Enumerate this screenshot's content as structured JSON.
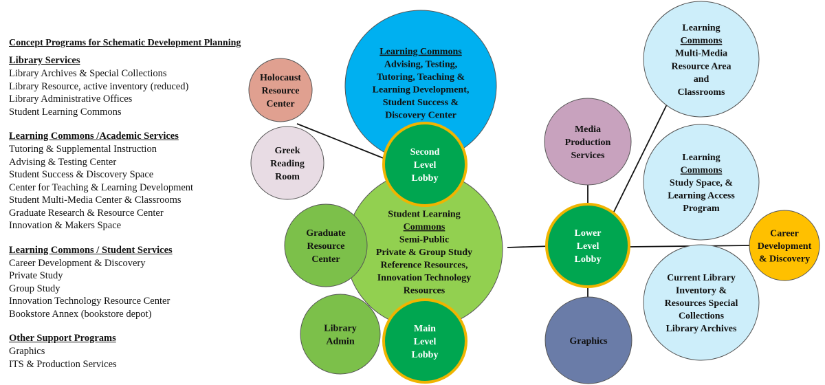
{
  "panel": {
    "title": "Concept Programs for Schematic Development Planning",
    "sections": [
      {
        "title": "Library Services",
        "items": [
          "Library Archives & Special Collections",
          "Library Resource, active inventory (reduced)",
          "Library Administrative Offices",
          "Student Learning Commons"
        ]
      },
      {
        "title": "Learning Commons /Academic Services",
        "items": [
          "Tutoring & Supplemental Instruction",
          "Advising & Testing Center",
          "Student Success & Discovery Space",
          "Center for Teaching & Learning Development",
          "Student Multi-Media Center & Classrooms",
          "Graduate Research & Resource Center",
          "Innovation & Makers Space"
        ]
      },
      {
        "title": "Learning Commons / Student Services",
        "items": [
          "Career Development & Discovery",
          "Private Study",
          "Group Study",
          "Innovation Technology Resource Center",
          "Bookstore Annex (bookstore depot)"
        ]
      },
      {
        "title": "Other Support Programs",
        "items": [
          "Graphics",
          "ITS & Production Services"
        ]
      }
    ]
  },
  "diagram": {
    "nodes": [
      {
        "id": "learning-commons-advising",
        "fill": "#00b0f0",
        "text_color": "#111111",
        "lines": [
          {
            "text": "Learning Commons",
            "underline": true
          },
          {
            "text": "Advising, Testing,"
          },
          {
            "text": "Tutoring, Teaching &"
          },
          {
            "text": "Learning Development,"
          },
          {
            "text": "Student Success &"
          },
          {
            "text": "Discovery Center"
          }
        ]
      },
      {
        "id": "holocaust-resource-center",
        "fill": "#e0a090",
        "text_color": "#111111",
        "lines": [
          {
            "text": "Holocaust"
          },
          {
            "text": "Resource"
          },
          {
            "text": "Center"
          }
        ]
      },
      {
        "id": "greek-reading-room",
        "fill": "#e8dce4",
        "text_color": "#111111",
        "lines": [
          {
            "text": "Greek"
          },
          {
            "text": "Reading"
          },
          {
            "text": "Room"
          }
        ]
      },
      {
        "id": "student-learning-commons",
        "fill": "#92d050",
        "text_color": "#111111",
        "lines": [
          {
            "text": "Student Learning"
          },
          {
            "text": "Commons",
            "underline": true
          },
          {
            "text": "Semi-Public"
          },
          {
            "text": "Private & Group Study"
          },
          {
            "text": "Reference Resources,"
          },
          {
            "text": "Innovation Technology"
          },
          {
            "text": "Resources"
          }
        ]
      },
      {
        "id": "graduate-resource-center",
        "fill": "#7cc04a",
        "text_color": "#111111",
        "lines": [
          {
            "text": "Graduate"
          },
          {
            "text": "Resource"
          },
          {
            "text": "Center"
          }
        ]
      },
      {
        "id": "library-admin",
        "fill": "#7cc04a",
        "text_color": "#111111",
        "lines": [
          {
            "text": "Library"
          },
          {
            "text": "Admin"
          }
        ]
      },
      {
        "id": "second-level-lobby",
        "fill": "#00a650",
        "text_color": "#ffffff",
        "stroke": "#f0b400",
        "lines": [
          {
            "text": "Second"
          },
          {
            "text": "Level"
          },
          {
            "text": "Lobby"
          }
        ]
      },
      {
        "id": "main-level-lobby",
        "fill": "#00a650",
        "text_color": "#ffffff",
        "stroke": "#f0b400",
        "lines": [
          {
            "text": "Main"
          },
          {
            "text": "Level"
          },
          {
            "text": "Lobby"
          }
        ]
      },
      {
        "id": "media-production-services",
        "fill": "#c8a2be",
        "text_color": "#111111",
        "lines": [
          {
            "text": "Media"
          },
          {
            "text": "Production"
          },
          {
            "text": "Services"
          }
        ]
      },
      {
        "id": "lower-level-lobby",
        "fill": "#00a650",
        "text_color": "#ffffff",
        "stroke": "#f0b400",
        "lines": [
          {
            "text": "Lower"
          },
          {
            "text": "Level"
          },
          {
            "text": "Lobby"
          }
        ]
      },
      {
        "id": "graphics",
        "fill": "#6a7ca8",
        "text_color": "#111111",
        "lines": [
          {
            "text": "Graphics"
          }
        ]
      },
      {
        "id": "learning-commons-multimedia",
        "fill": "#cdeefa",
        "text_color": "#111111",
        "lines": [
          {
            "text": "Learning"
          },
          {
            "text": "Commons",
            "underline": true
          },
          {
            "text": "Multi-Media"
          },
          {
            "text": "Resource Area"
          },
          {
            "text": "and"
          },
          {
            "text": "Classrooms"
          }
        ]
      },
      {
        "id": "learning-commons-study",
        "fill": "#cdeefa",
        "text_color": "#111111",
        "lines": [
          {
            "text": "Learning"
          },
          {
            "text": "Commons",
            "underline": true
          },
          {
            "text": "Study Space, &"
          },
          {
            "text": "Learning Access"
          },
          {
            "text": "Program"
          }
        ]
      },
      {
        "id": "current-library-inventory",
        "fill": "#cdeefa",
        "text_color": "#111111",
        "lines": [
          {
            "text": "Current Library"
          },
          {
            "text": "Inventory &"
          },
          {
            "text": "Resources Special"
          },
          {
            "text": "Collections"
          },
          {
            "text": "Library Archives"
          }
        ]
      },
      {
        "id": "career-development",
        "fill": "#ffc000",
        "text_color": "#111111",
        "lines": [
          {
            "text": "Career"
          },
          {
            "text": "Development"
          },
          {
            "text": "& Discovery"
          }
        ]
      }
    ],
    "links": [
      [
        "holocaust-resource-center",
        "second-level-lobby"
      ],
      [
        "student-learning-commons",
        "lower-level-lobby"
      ],
      [
        "media-production-services",
        "lower-level-lobby"
      ],
      [
        "lower-level-lobby",
        "graphics"
      ],
      [
        "lower-level-lobby",
        "learning-commons-multimedia"
      ],
      [
        "lower-level-lobby",
        "career-development"
      ]
    ]
  }
}
